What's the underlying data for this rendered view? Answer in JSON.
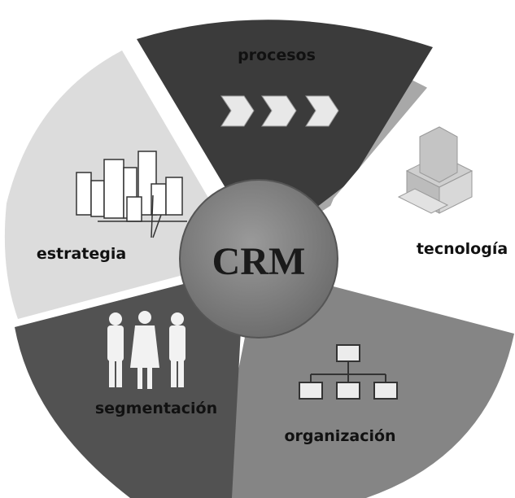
{
  "center": {
    "label": "CRM"
  },
  "segments": [
    {
      "id": "procesos",
      "label": "procesos",
      "icon": "chevron-arrows-icon"
    },
    {
      "id": "tecnologia",
      "label": "tecnología",
      "icon": "computer-icon"
    },
    {
      "id": "organizacion",
      "label": "organización",
      "icon": "org-chart-icon"
    },
    {
      "id": "segmentacion",
      "label": "segmentación",
      "icon": "people-silhouettes-icon"
    },
    {
      "id": "estrategia",
      "label": "estrategia",
      "icon": "city-buildings-icon"
    }
  ]
}
